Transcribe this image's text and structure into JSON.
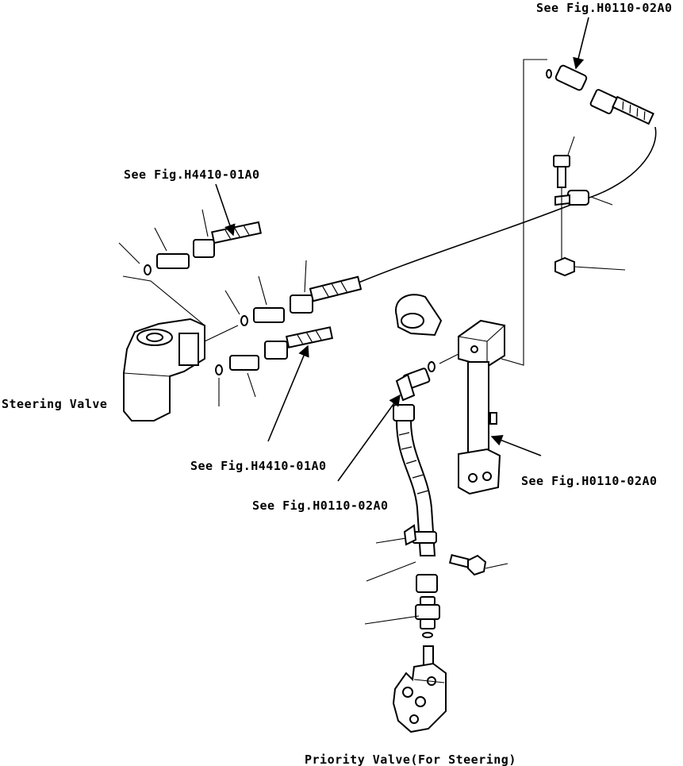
{
  "labels": {
    "ref_top_right": "See Fig.H0110-02A0",
    "ref_upper_left": "See Fig.H4410-01A0",
    "ref_lower_left": "See Fig.H4410-01A0",
    "ref_middle": "See Fig.H0110-02A0",
    "ref_right_mid": "See Fig.H0110-02A0",
    "steering_valve": "Steering Valve",
    "priority_valve": "Priority Valve(For Steering)"
  }
}
